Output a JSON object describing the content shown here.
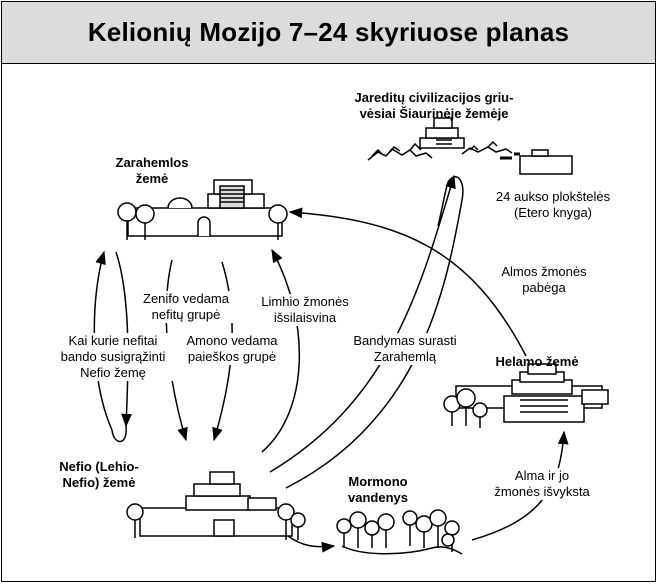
{
  "title": "Kelionių Mozijo 7–24 skyriuose planas",
  "places": {
    "zarahemla": [
      "Zarahemlos",
      "žemė"
    ],
    "jaredites": [
      "Jareditų civilizacijos griu-",
      "vėsiai Šiaurinėje žemėje"
    ],
    "plates": [
      "24 aukso plokštelės",
      "(Etero knyga)"
    ],
    "helam": [
      "Helamo žemė"
    ],
    "nephi": [
      "Nefio (Lehio-",
      "Nefio) žemė"
    ],
    "mormon": [
      "Mormono",
      "vandenys"
    ]
  },
  "routes": {
    "return_attempt": [
      "Kai kurie nefitai",
      "bando susigrąžinti",
      "Nefio žemę"
    ],
    "zeniff": [
      "Zenifo vedama",
      "nefitų grupė"
    ],
    "ammon": [
      "Amono vedama",
      "paieškos grupė"
    ],
    "limhi": [
      "Limhio žmonės",
      "išsilaisvina"
    ],
    "search": [
      "Bandymas surasti",
      "Zarahemlą"
    ],
    "alma_escape": [
      "Almos žmonės",
      "pabėga"
    ],
    "alma_departs": [
      "Alma ir jo",
      "žmonės išvyksta"
    ]
  }
}
